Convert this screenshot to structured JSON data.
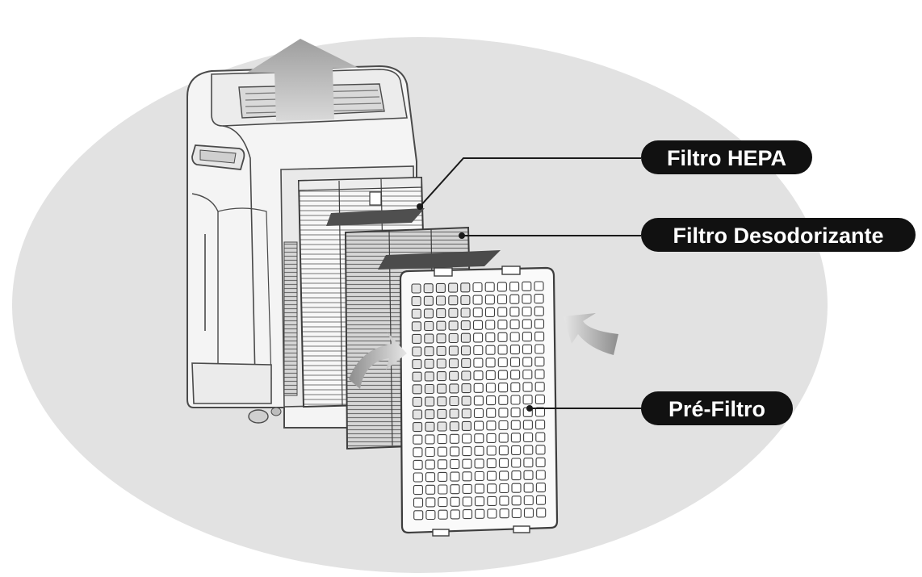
{
  "diagram": {
    "labels": {
      "hepa": "Filtro HEPA",
      "deodorizing": "Filtro Desodorizante",
      "prefilter": "Pré-Filtro"
    },
    "colors": {
      "background_disc": "#e2e2e2",
      "unit_body": "#f4f4f4",
      "outline": "#4a4a4a",
      "label_fill": "#111111",
      "label_text": "#ffffff",
      "arrow": "#bdbdbd"
    }
  }
}
